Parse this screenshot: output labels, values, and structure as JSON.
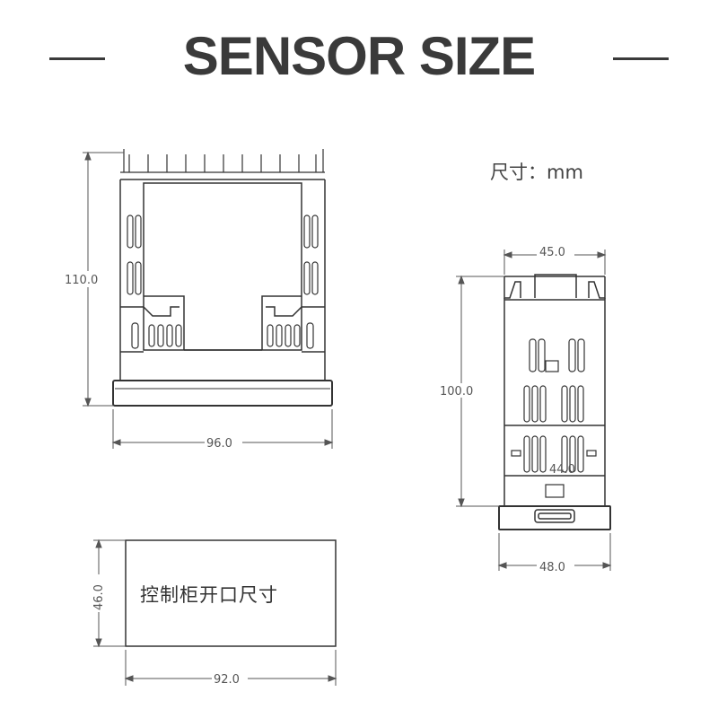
{
  "title": "SENSOR SIZE",
  "unit_label": "尺寸：mm",
  "front_view": {
    "height": "110.0",
    "width": "96.0"
  },
  "side_view": {
    "top_width": "45.0",
    "height": "100.0",
    "inner_width": "44.0",
    "bottom_width": "48.0"
  },
  "cutout": {
    "label": "控制柜开口尺寸",
    "height": "46.0",
    "width": "92.0"
  }
}
